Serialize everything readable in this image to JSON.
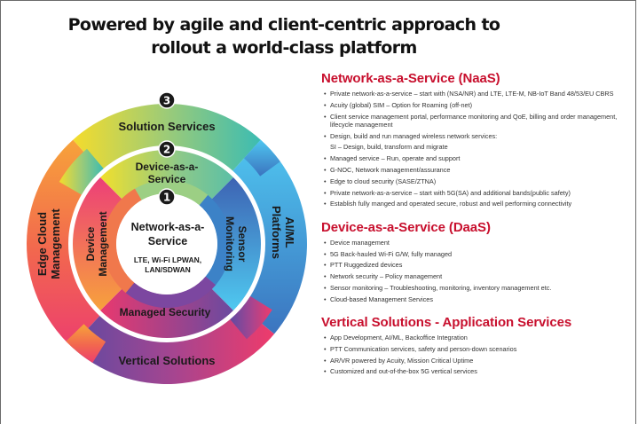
{
  "title": {
    "line1": "Powered by agile and client-centric approach to",
    "line2": "rollout a world-class platform"
  },
  "diagram": {
    "badges": [
      "1",
      "2",
      "3"
    ],
    "center": {
      "title_line1": "Network-as-a-",
      "title_line2": "Service",
      "sub_line1": "LTE, Wi-Fi LPWAN,",
      "sub_line2": "LAN/SDWAN"
    },
    "inner_ring": {
      "top_line1": "Device-as-a-",
      "top_line2": "Service",
      "left_line1": "Device",
      "left_line2": "Management",
      "right_line1": "Sensor",
      "right_line2": "Monitoring",
      "bottom": "Managed Security"
    },
    "outer_ring": {
      "top": "Solution Services",
      "left_line1": "Edge Cloud",
      "left_line2": "Management",
      "right_line1": "AI/ML",
      "right_line2": "Platforms",
      "bottom": "Vertical Solutions"
    },
    "colors": {
      "yellow": "#f2d92b",
      "green": "#74c69d",
      "teal": "#3bbfad",
      "sky": "#4cc3ee",
      "blue": "#3d7fc4",
      "purple": "#6a4aa0",
      "magenta": "#e2336f",
      "orange": "#f5a13a",
      "pink": "#ee4a73"
    }
  },
  "sections": [
    {
      "heading": "Network-as-a-Service (NaaS)",
      "items": [
        {
          "text": "Private network-as-a-service – start with (NSA/NR) and LTE, LTE-M, NB-IoT Band 48/53/EU CBRS",
          "bullet": true
        },
        {
          "text": "Acuity (global) SIM – Option for Roaming (off-net)",
          "bullet": true
        },
        {
          "text": "Client service management portal, performance monitoring and QoE, billing and order management, lifecycle management",
          "bullet": true
        },
        {
          "text": "Design, build and run managed wireless network services:",
          "bullet": true
        },
        {
          "text": "SI – Design, build, transform and migrate",
          "bullet": false
        },
        {
          "text": "Managed service – Run, operate and support",
          "bullet": true
        },
        {
          "text": "G-NOC, Network management/assurance",
          "bullet": true
        },
        {
          "text": "Edge to cloud security (SASE/ZTNA)",
          "bullet": true
        },
        {
          "text": "Private network-as-a-service – start with 5G(SA) and additional bands(public safety)",
          "bullet": true
        },
        {
          "text": "Establish fully manged and operated secure, robust and well performing connectivity",
          "bullet": true
        }
      ]
    },
    {
      "heading": "Device-as-a-Service (DaaS)",
      "items": [
        {
          "text": "Device management",
          "bullet": true
        },
        {
          "text": "5G Back-hauled Wi-Fi G/W, fully managed",
          "bullet": true
        },
        {
          "text": "PTT Ruggedized devices",
          "bullet": true
        },
        {
          "text": "Network security – Policy management",
          "bullet": true
        },
        {
          "text": "Sensor monitoring – Troubleshooting, monitoring, inventory management etc.",
          "bullet": true
        },
        {
          "text": "Cloud-based Management Services",
          "bullet": true
        }
      ]
    },
    {
      "heading": "Vertical Solutions - Application Services",
      "items": [
        {
          "text": "App Development, AI/ML, Backoffice Integration",
          "bullet": true
        },
        {
          "text": "PTT Communication services, safety and person-down scenarios",
          "bullet": true
        },
        {
          "text": "AR/VR powered by Acuity, Mission Critical Uptime",
          "bullet": true
        },
        {
          "text": "Customized and out-of-the-box 5G vertical services",
          "bullet": true
        }
      ]
    }
  ]
}
